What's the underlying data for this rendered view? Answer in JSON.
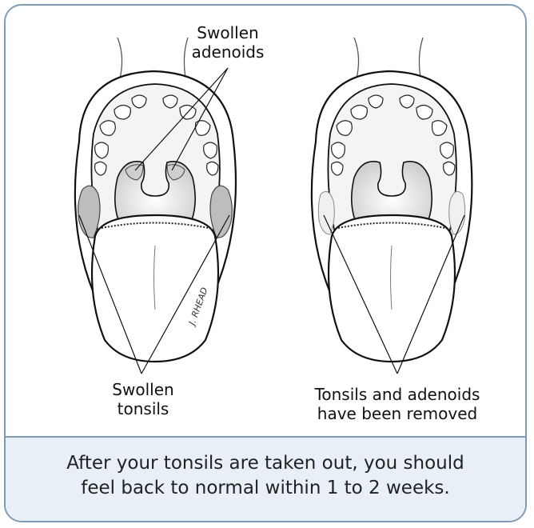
{
  "labels": {
    "swollen_adenoids_line1": "Swollen",
    "swollen_adenoids_line2": "adenoids",
    "swollen_tonsils_line1": "Swollen",
    "swollen_tonsils_line2": "tonsils",
    "removed_line1": "Tonsils and adenoids",
    "removed_line2": "have been removed",
    "signature": "J. RHEAD"
  },
  "caption": {
    "line1": "After your tonsils are taken out, you should",
    "line2": "feel back to normal within 1 to 2 weeks."
  },
  "colors": {
    "border": "#7f9ab4",
    "caption_background": "#e8eff6",
    "tonsil_fill": "#bdbdbd"
  }
}
